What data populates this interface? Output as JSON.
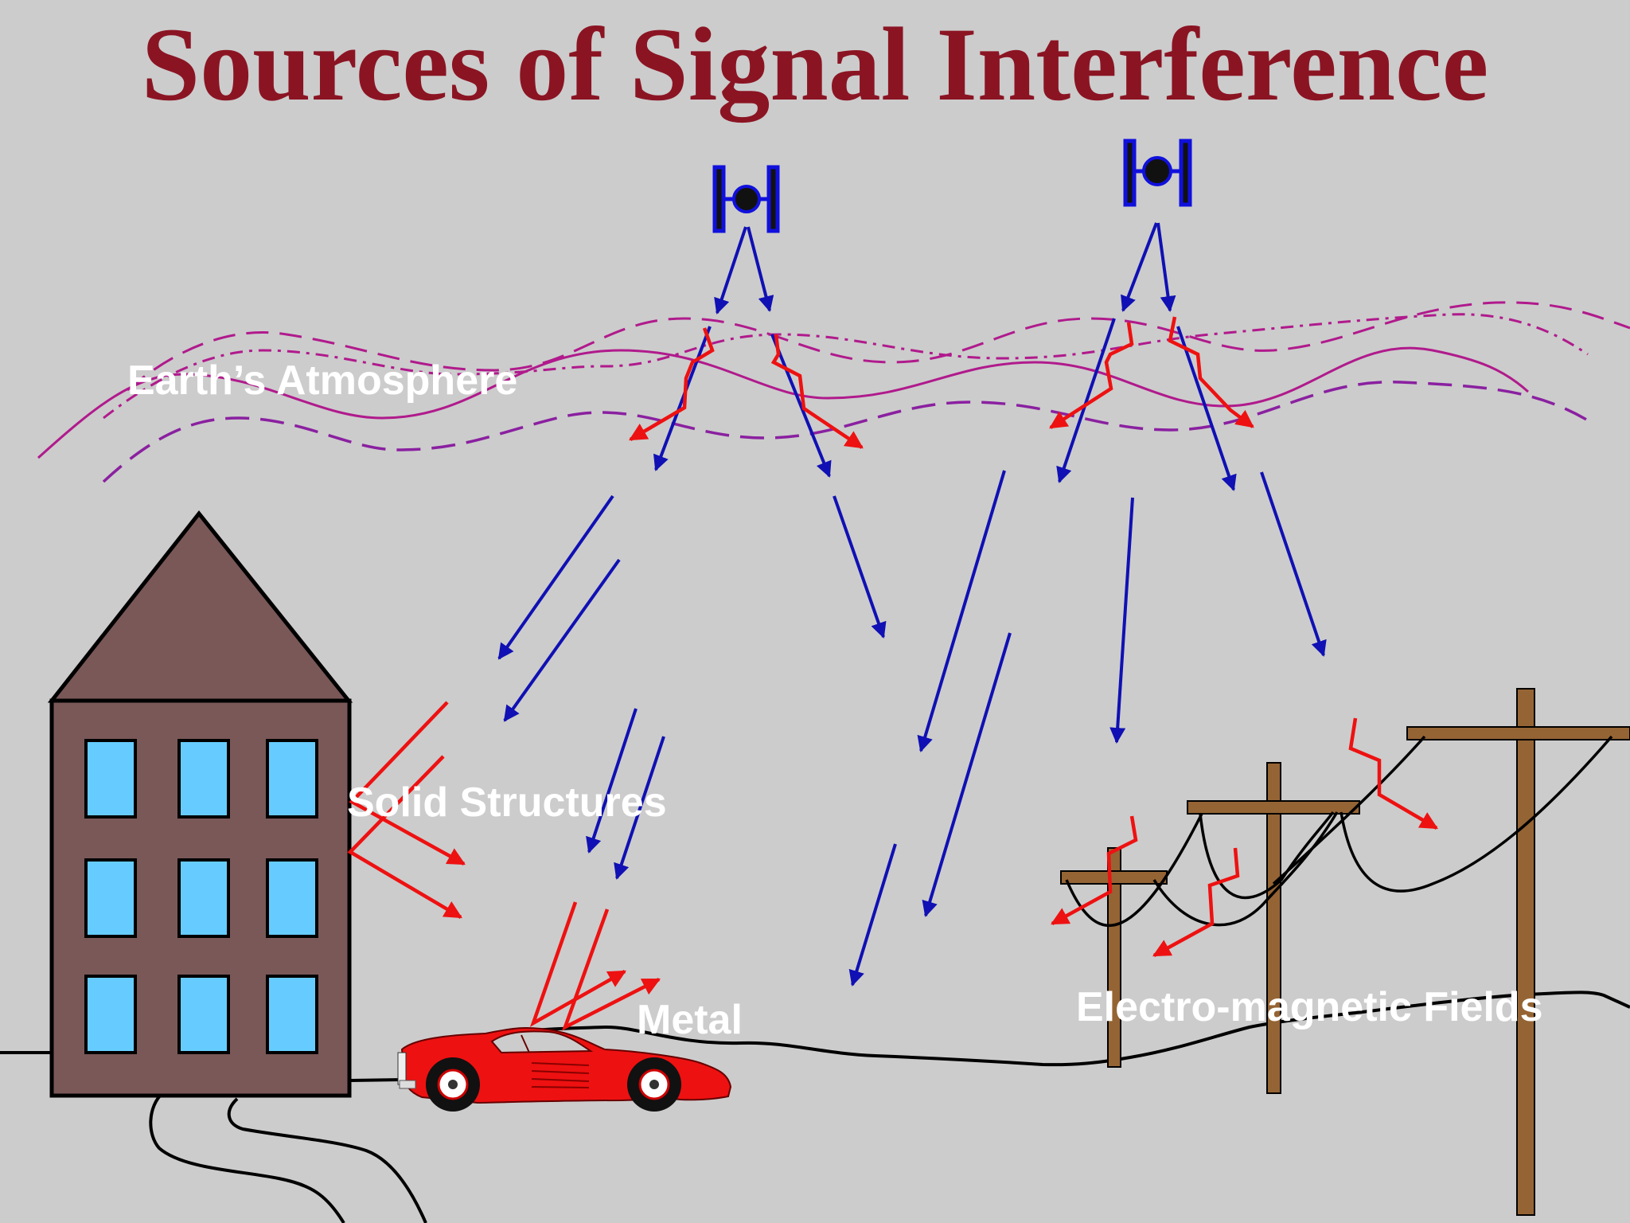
{
  "title": "Sources of Signal Interference",
  "labels": {
    "atmosphere": "Earth’s Atmosphere",
    "solid_structures": "Solid Structures",
    "metal": "Metal",
    "em_fields": "Electro-magnetic Fields"
  },
  "colors": {
    "background": "#cccccc",
    "title": "#8b1423",
    "signal": "#1010b4",
    "interference": "#ee1111",
    "atmosphere": "#b01a8c",
    "building": "#7a5858",
    "window": "#66ccff",
    "car": "#ee1111",
    "pole": "#956434"
  }
}
